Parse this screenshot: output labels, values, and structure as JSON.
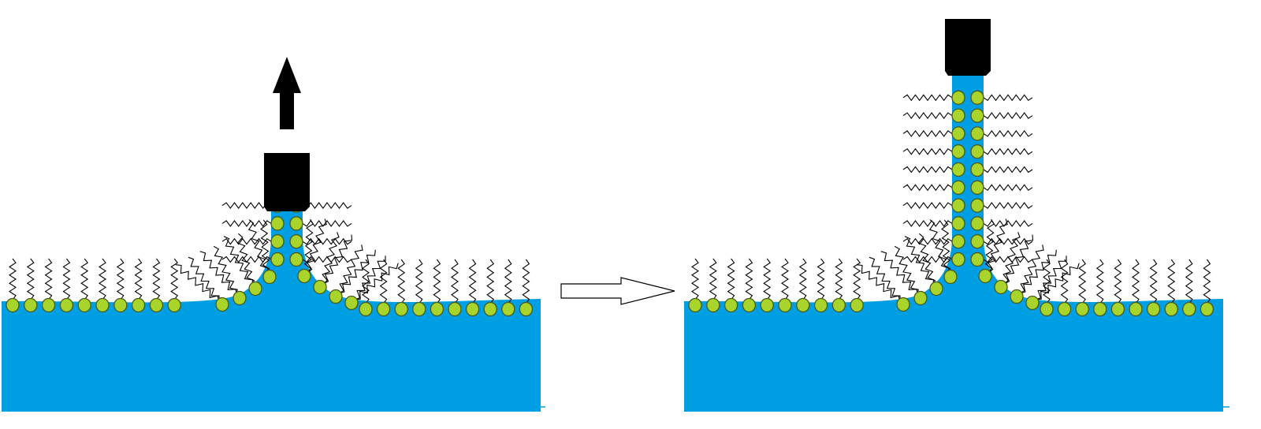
{
  "figure": {
    "description_free": true,
    "panels": [
      {
        "id": "before",
        "pull_arrow": true,
        "stalk_head_pairs": 4
      },
      {
        "id": "after",
        "pull_arrow": false,
        "stalk_head_pairs": 10
      }
    ],
    "between_panels_arrow": true,
    "colors": {
      "water": "#009fe3",
      "lipid_head": "#a8d42c",
      "lipid_head_outline": "#4a5a1a",
      "tail": "#000000",
      "probe": "#000000",
      "arrow_outline": "#000000",
      "arrow_fill": "#ffffff"
    }
  }
}
